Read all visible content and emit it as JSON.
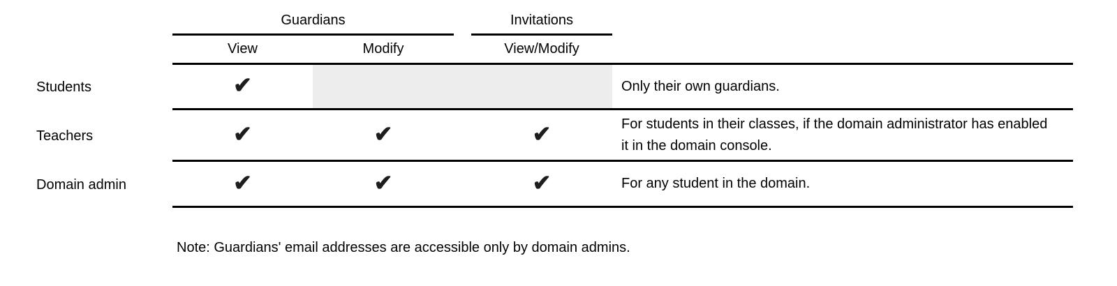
{
  "table": {
    "check_glyph": "✔",
    "groups": [
      {
        "label": "Guardians"
      },
      {
        "label": "Invitations"
      }
    ],
    "columns": [
      {
        "label": "View"
      },
      {
        "label": "Modify"
      },
      {
        "label": "View/Modify"
      }
    ],
    "rows": [
      {
        "role": "Students",
        "view": "✔",
        "modify": "",
        "view_modify": "",
        "shaded": true,
        "remark": "Only their own guardians."
      },
      {
        "role": "Teachers",
        "view": "✔",
        "modify": "✔",
        "view_modify": "✔",
        "shaded": false,
        "remark": "For students in their classes, if the domain administrator has enabled it in the domain console."
      },
      {
        "role": "Domain admin",
        "view": "✔",
        "modify": "✔",
        "view_modify": "✔",
        "shaded": false,
        "remark": "For any student in the domain."
      }
    ]
  },
  "note": "Note: Guardians' email addresses are accessible only by domain admins.",
  "colors": {
    "shaded_cell": "#ededed",
    "rule": "#000000",
    "text": "#000000",
    "check": "#1d1d1d"
  }
}
